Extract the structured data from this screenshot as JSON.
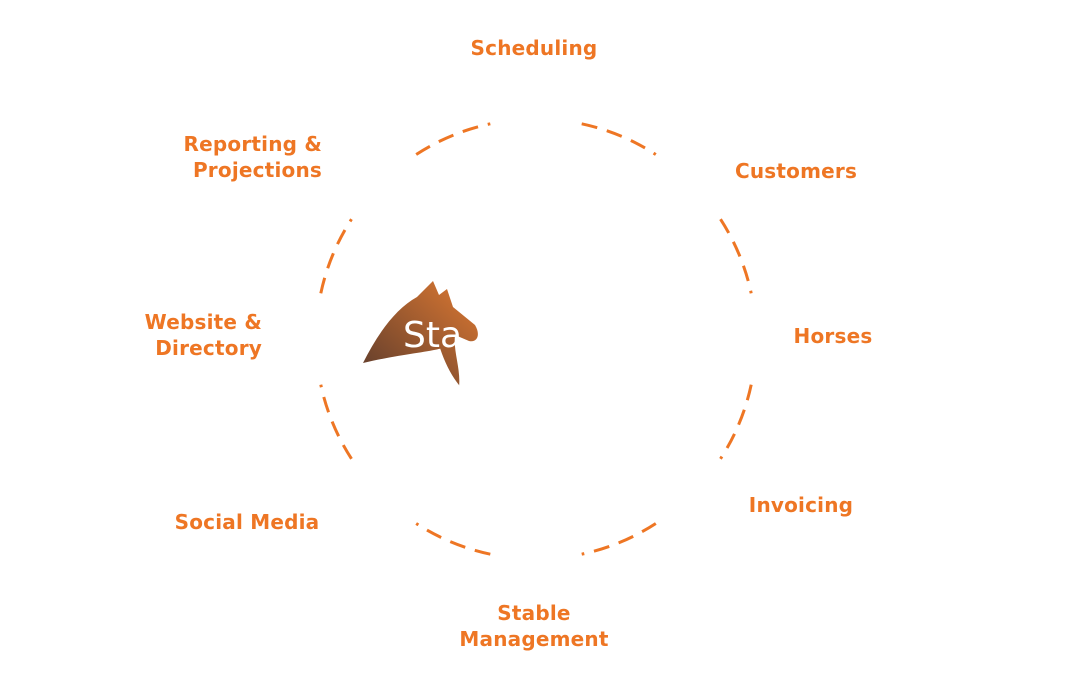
{
  "colors": {
    "accent": "#EE7624",
    "logo_dark": "#5A3A2C",
    "logo_light": "#E07A32",
    "background": "#FFFFFF"
  },
  "features": [
    {
      "id": "scheduling",
      "label": "Scheduling"
    },
    {
      "id": "customers",
      "label": "Customers"
    },
    {
      "id": "horses",
      "label": "Horses"
    },
    {
      "id": "invoicing",
      "label": "Invoicing"
    },
    {
      "id": "stable-management",
      "label": "Stable\nManagement"
    },
    {
      "id": "social-media",
      "label": "Social Media"
    },
    {
      "id": "website-directory",
      "label": "Website &\nDirectory"
    },
    {
      "id": "reporting-projections",
      "label": "Reporting &\nProjections"
    }
  ],
  "logo": {
    "icon": "horse-head-icon",
    "text": "Sta"
  }
}
